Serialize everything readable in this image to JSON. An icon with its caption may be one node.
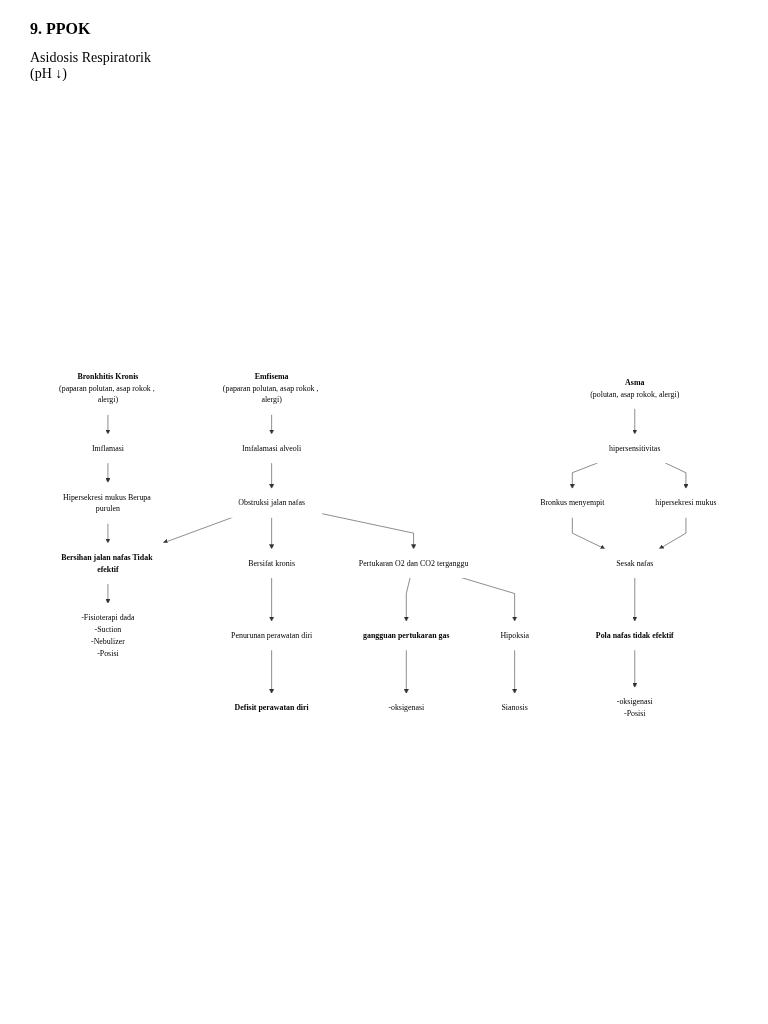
{
  "diagram": {
    "title": "9.  PPOK",
    "nodes": [
      {
        "text": [
          "Bronkhitis Kronis",
          "(paparan polutan, asap rokok , alergi)"
        ]
      },
      {
        "text": [
          "Emfisema",
          "(paparan polutan, asap rokok , alergi)"
        ]
      },
      {
        "text": [
          "Asma",
          "(polutan, asap rokok, alergi)"
        ]
      },
      {
        "text": [
          "Imflamasi"
        ]
      },
      {
        "text": [
          "Imfalamasi alveoli"
        ]
      },
      {
        "text": [
          "hipersensitivitas"
        ]
      },
      {
        "text": [
          "Hipersekresi mukus Berupa purulen"
        ]
      },
      {
        "text": [
          "Obstruksi jalan nafas"
        ]
      },
      {
        "text": [
          "Bronkus menyempit"
        ]
      },
      {
        "text": [
          "hipersekresi mukus"
        ]
      },
      {
        "text": [
          "Bersihan jalan nafas Tidak efektif"
        ]
      },
      {
        "text": [
          "Pertukaran O2 dan CO2 terganggu"
        ]
      },
      {
        "text": [
          "Sesak nafas"
        ]
      },
      {
        "text": [
          "gangguan pertukaran gas"
        ]
      },
      {
        "text": [
          "Pola nafas tidak efektif"
        ]
      },
      {
        "text": [
          "-Fisioterapi dada",
          "-Suction",
          "-Nebulizer",
          "-Posisi"
        ]
      },
      {
        "text": [
          "Hipoksia"
        ]
      },
      {
        "text": [
          "-oksigenasi"
        ]
      },
      {
        "text": [
          "-oksigenasi",
          "-Posisi"
        ]
      },
      {
        "text": [
          "Sianosis"
        ]
      },
      {
        "text": [
          "Bersifat kronis"
        ]
      },
      {
        "text": [
          "Penurunan perawatan diri"
        ]
      },
      {
        "text": [
          "Defisit perawatan diri"
        ]
      }
    ],
    "edges": [
      {
        "from": 0,
        "to": 3,
        "arrow": "to"
      },
      {
        "from": 3,
        "to": 6,
        "arrow": "to"
      },
      {
        "from": 6,
        "to": 10,
        "arrow": "to"
      },
      {
        "from": 1,
        "to": 4,
        "arrow": "to"
      },
      {
        "from": 4,
        "to": 7,
        "arrow": "to"
      },
      {
        "from": 7,
        "to": 10,
        "arrow": "to"
      },
      {
        "from": 7,
        "to": 20,
        "arrow": "to"
      },
      {
        "from": 7,
        "to": 11,
        "arrow": "to"
      },
      {
        "from": 2,
        "to": 5,
        "arrow": "to"
      },
      {
        "from": 5,
        "to": 8,
        "arrow": "to"
      },
      {
        "from": 5,
        "to": 9,
        "arrow": "to"
      },
      {
        "from": 8,
        "to": 12,
        "arrow": "to"
      },
      {
        "from": 9,
        "to": 12,
        "arrow": "to"
      },
      {
        "from": 10,
        "to": 15,
        "arrow": "to"
      },
      {
        "from": 11,
        "to": 13,
        "arrow": "to"
      },
      {
        "from": 11,
        "to": 16,
        "arrow": "to"
      },
      {
        "from": 12,
        "to": 14,
        "arrow": "to"
      },
      {
        "from": 13,
        "to": 17,
        "arrow": "to"
      },
      {
        "from": 14,
        "to": 18,
        "arrow": "to"
      },
      {
        "from": 16,
        "to": 19,
        "arrow": "to"
      },
      {
        "from": 20,
        "to": 21,
        "arrow": "to"
      },
      {
        "from": 21,
        "to": 22,
        "arrow": "to"
      }
    ],
    "labels": [
      "Asidosis Respiratorik",
      "(pH ↓)"
    ]
  }
}
